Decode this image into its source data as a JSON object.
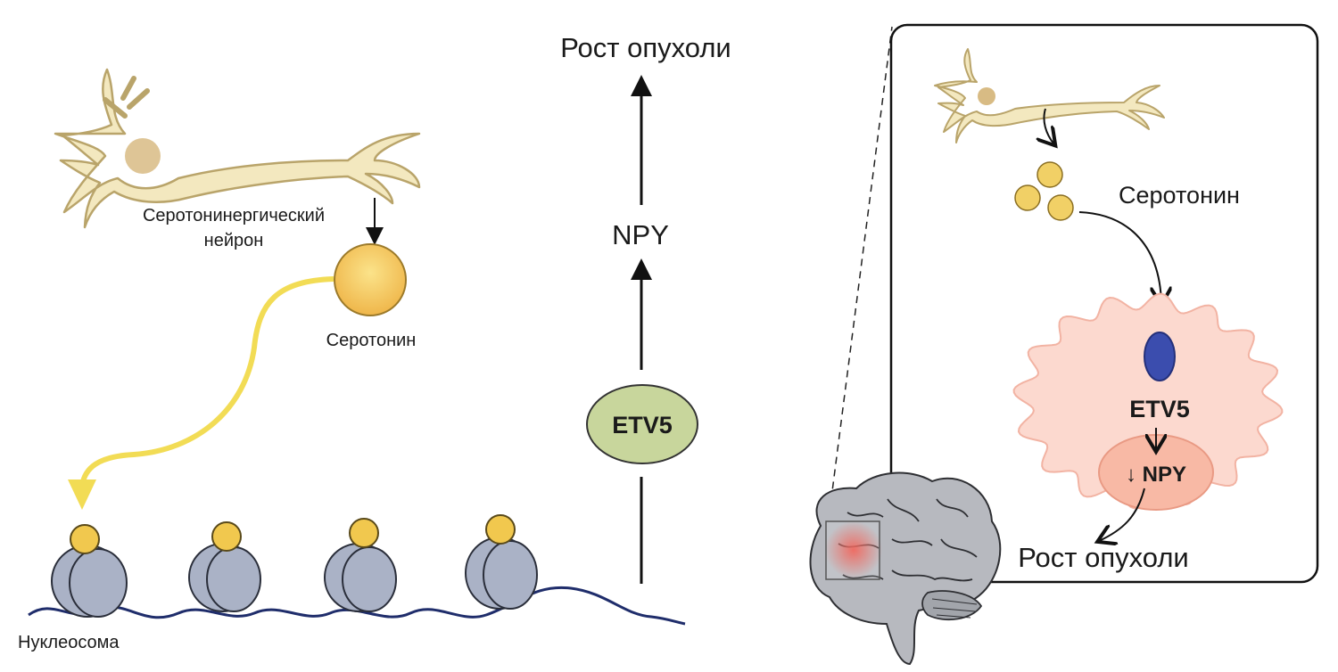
{
  "left_panel": {
    "neuron_label_line1": "Серотонинергический",
    "neuron_label_line2": "нейрон",
    "serotonin_label": "Серотонин",
    "nucleosome_label": "Нуклеосома"
  },
  "pathway": {
    "top_label": "Рост опухоли",
    "middle_label": "NPY",
    "node_label": "ETV5"
  },
  "inset": {
    "serotonin_label": "Серотонин",
    "etv5_label": "ETV5",
    "npy_label": "↓ NPY",
    "outcome_label": "Рост опухоли"
  },
  "colors": {
    "neuron_fill": "#f3e8bf",
    "neuron_stroke": "#b9a46a",
    "serotonin": "#f1c84e",
    "yellow_arrow": "#f2dc55",
    "nucleosome": "#aab2c6",
    "dna": "#1f2d6b",
    "etv5_fill": "#c8d69c",
    "cell_fill": "#fcd9cf",
    "nucleus_fill": "#f8b9a5",
    "vesicle_blue": "#3b4dae",
    "brain_fill": "#b7b9bf",
    "tumor": "#f05a4d"
  }
}
